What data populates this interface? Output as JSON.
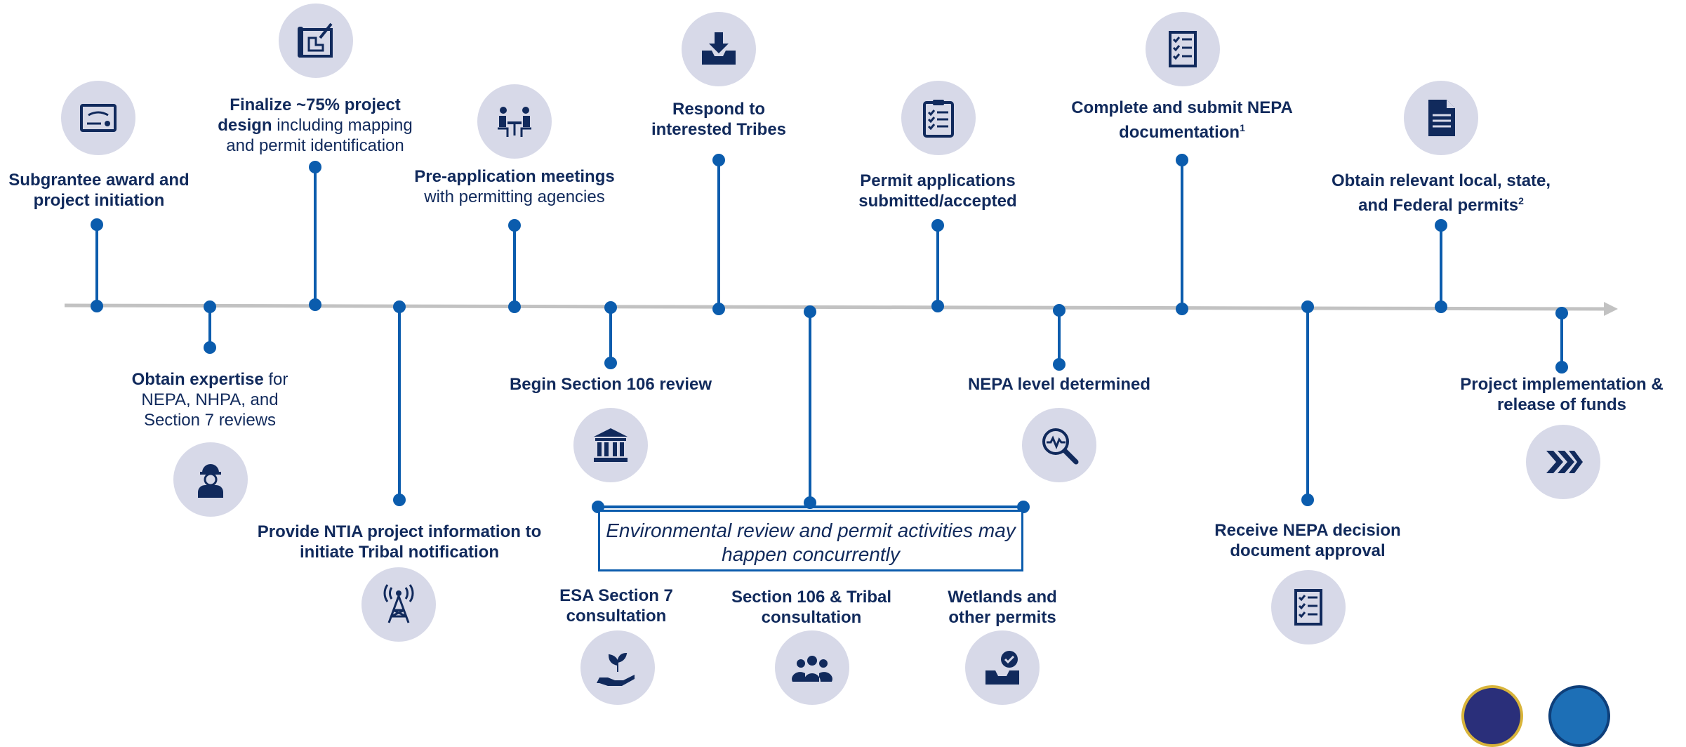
{
  "colors": {
    "accent": "#0b5cad",
    "navy": "#112a5c",
    "icon_bg": "#d7d9e8",
    "axis": "#c2c2c2"
  },
  "milestones": [
    {
      "id": "subgrantee",
      "bold": "Subgrantee award and project initiation",
      "rest": "",
      "icon": "certificate-icon"
    },
    {
      "id": "expertise",
      "bold": "Obtain expertise",
      "rest": " for NEPA, NHPA, and Section 7 reviews",
      "icon": "engineer-icon"
    },
    {
      "id": "finalize",
      "bold": "Finalize ~75% project design",
      "rest": " including mapping and permit identification",
      "icon": "blueprint-icon"
    },
    {
      "id": "ntia",
      "bold": "Provide NTIA project information to initiate Tribal notification",
      "rest": "",
      "icon": "cell-tower-icon"
    },
    {
      "id": "preapp",
      "bold": "Pre-application meetings",
      "rest": " with permitting agencies",
      "icon": "meeting-icon"
    },
    {
      "id": "sec106",
      "bold": "Begin Section 106 review",
      "rest": "",
      "icon": "courthouse-icon"
    },
    {
      "id": "tribes",
      "bold": "Respond to interested Tribes",
      "rest": "",
      "icon": "inbox-download-icon"
    },
    {
      "id": "permitapps",
      "bold": "Permit applications submitted/accepted",
      "rest": "",
      "icon": "clipboard-checklist-icon"
    },
    {
      "id": "nepalevel",
      "bold": "NEPA level determined",
      "rest": "",
      "icon": "magnifier-pulse-icon"
    },
    {
      "id": "nepadoc",
      "bold": "Complete and submit NEPA documentation",
      "sup": "1",
      "rest": "",
      "icon": "checklist-icon"
    },
    {
      "id": "nepadecision",
      "bold": "Receive NEPA decision document approval",
      "rest": "",
      "icon": "checklist-icon"
    },
    {
      "id": "permits",
      "bold": "Obtain relevant local, state, and Federal permits",
      "sup": "2",
      "rest": "",
      "icon": "document-icon"
    },
    {
      "id": "implementation",
      "bold": "Project implementation & release of funds",
      "rest": "",
      "icon": "chevrons-right-icon"
    }
  ],
  "concurrent": {
    "text": "Environmental review and permit activities may happen concurrently",
    "subs": [
      {
        "id": "esa",
        "label": "ESA Section 7 consultation",
        "icon": "hand-plant-icon"
      },
      {
        "id": "tribal",
        "label": "Section 106 & Tribal consultation",
        "icon": "people-group-icon"
      },
      {
        "id": "wetlands",
        "label": "Wetlands and other permits",
        "icon": "inbox-check-icon"
      }
    ]
  }
}
